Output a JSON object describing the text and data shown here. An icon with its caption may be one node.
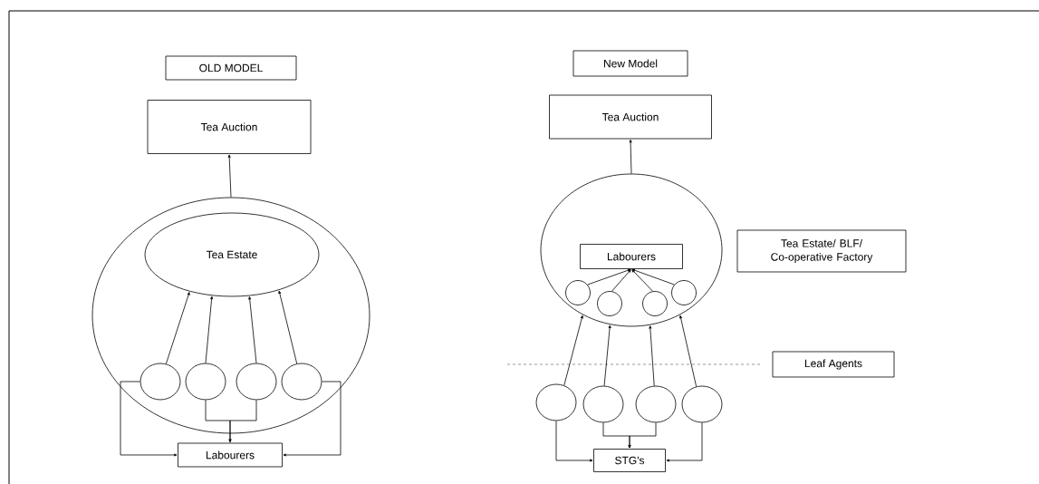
{
  "diagram": {
    "nodes": [
      {
        "text": [
          "OLD MODEL"
        ]
      },
      {
        "text": [
          "Tea Auction"
        ]
      },
      {
        "text": [],
        "shape": "circle"
      },
      {
        "text": [
          "Tea Estate"
        ],
        "in": 2
      },
      {
        "text": [],
        "shape": "circle",
        "in": 2
      },
      {
        "text": [],
        "shape": "circle",
        "in": 2
      },
      {
        "text": [],
        "shape": "circle",
        "in": 2
      },
      {
        "text": [],
        "shape": "circle",
        "in": 2
      },
      {
        "text": [
          "Labourers"
        ]
      },
      {
        "text": [
          "New Model"
        ]
      },
      {
        "text": [
          "Tea Auction"
        ]
      },
      {
        "text": [],
        "shape": "circle"
      },
      {
        "text": [
          "Labourers"
        ],
        "in": 11
      },
      {
        "text": [],
        "shape": "circle",
        "in": 11
      },
      {
        "text": [],
        "shape": "circle",
        "in": 11
      },
      {
        "text": [],
        "shape": "circle",
        "in": 11
      },
      {
        "text": [],
        "shape": "circle",
        "in": 11
      },
      {
        "text": [
          "Tea Estate/ BLF/ Co-operative Factory"
        ]
      },
      {
        "text": [
          "Leaf Agents"
        ]
      },
      {
        "text": [],
        "shape": "circle"
      },
      {
        "text": [],
        "shape": "circle"
      },
      {
        "text": [],
        "shape": "circle"
      },
      {
        "text": [],
        "shape": "circle"
      },
      {
        "text": [
          "STG's"
        ]
      }
    ],
    "edges": [
      {
        "from": 2,
        "to": 1,
        "arrow": "to"
      },
      {
        "from": 4,
        "to": 3,
        "arrow": "to"
      },
      {
        "from": 5,
        "to": 3,
        "arrow": "to"
      },
      {
        "from": 6,
        "to": 3,
        "arrow": "to"
      },
      {
        "from": 7,
        "to": 3,
        "arrow": "to"
      },
      {
        "from": 4,
        "to": 8,
        "arrow": "to"
      },
      {
        "from": 5,
        "to": 8,
        "arrow": "to"
      },
      {
        "from": 6,
        "to": 8,
        "arrow": "to"
      },
      {
        "from": 7,
        "to": 8,
        "arrow": "to"
      },
      {
        "from": 11,
        "to": 10,
        "arrow": "to"
      },
      {
        "from": 13,
        "to": 12,
        "arrow": "to"
      },
      {
        "from": 14,
        "to": 12,
        "arrow": "to"
      },
      {
        "from": 15,
        "to": 12,
        "arrow": "to"
      },
      {
        "from": 16,
        "to": 12,
        "arrow": "to"
      },
      {
        "from": 19,
        "to": 11,
        "arrow": "to"
      },
      {
        "from": 20,
        "to": 11,
        "arrow": "to"
      },
      {
        "from": 21,
        "to": 11,
        "arrow": "to"
      },
      {
        "from": 22,
        "to": 11,
        "arrow": "to"
      },
      {
        "from": 19,
        "to": 23,
        "arrow": "to"
      },
      {
        "from": 20,
        "to": 23,
        "arrow": "to"
      },
      {
        "from": 21,
        "to": 23,
        "arrow": "to"
      },
      {
        "from": 22,
        "to": 23,
        "arrow": "to"
      }
    ]
  }
}
